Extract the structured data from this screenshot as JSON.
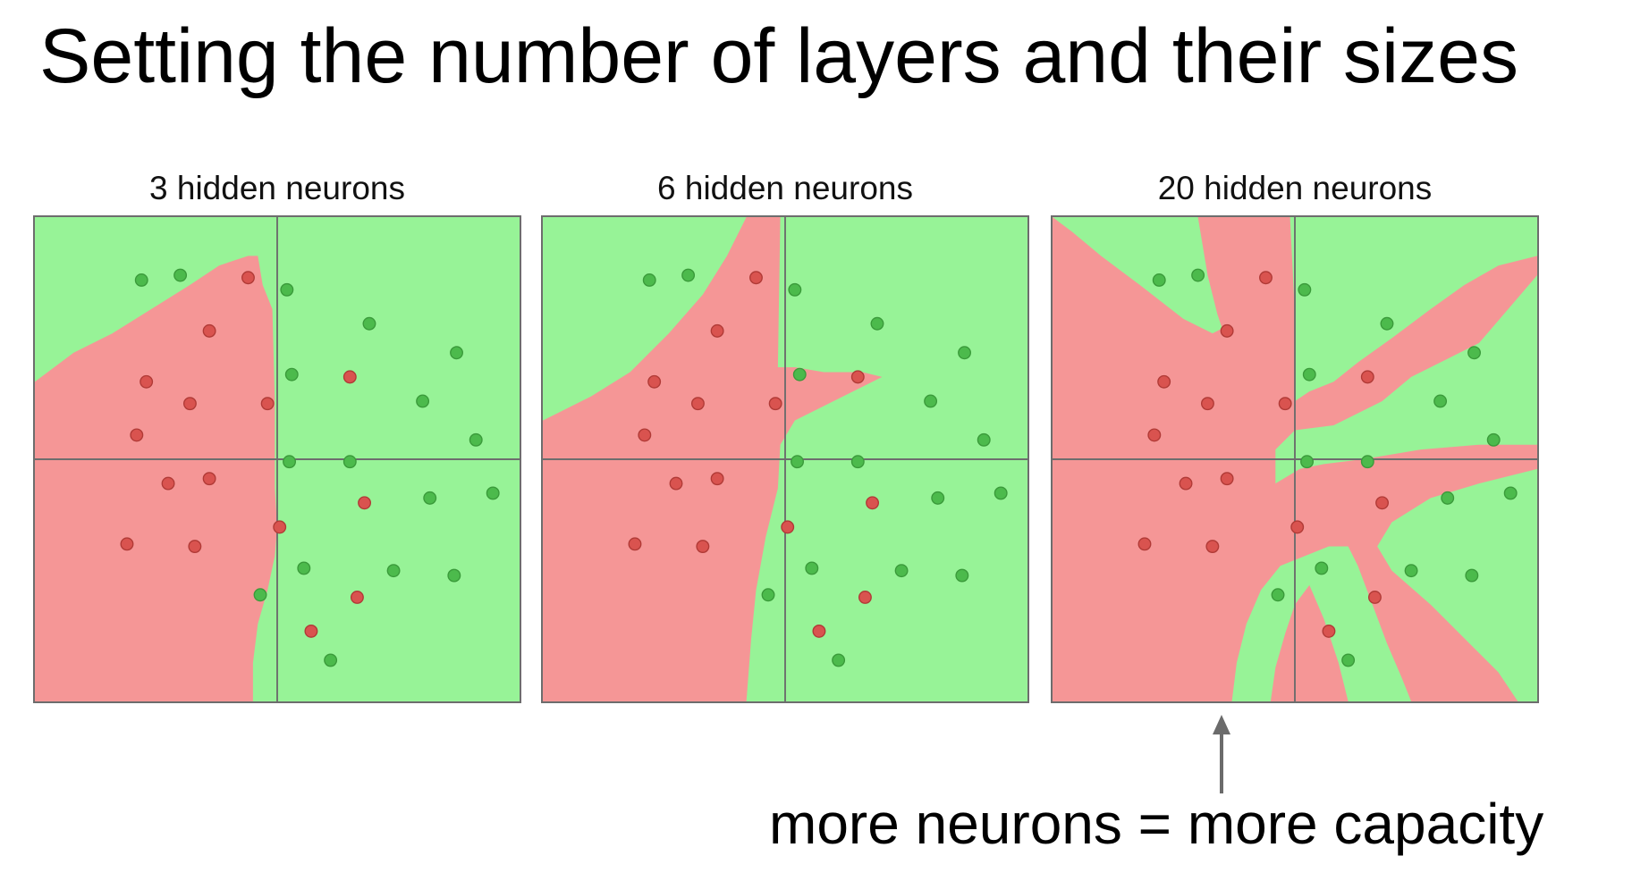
{
  "title": "Setting the number of layers and their sizes",
  "panels": [
    {
      "label": "3 hidden neurons",
      "points": [
        {
          "x": 0.22,
          "y": 0.13,
          "c": "g"
        },
        {
          "x": 0.3,
          "y": 0.12,
          "c": "g"
        },
        {
          "x": 0.44,
          "y": 0.125,
          "c": "r"
        },
        {
          "x": 0.52,
          "y": 0.15,
          "c": "g"
        },
        {
          "x": 0.36,
          "y": 0.235,
          "c": "r"
        },
        {
          "x": 0.69,
          "y": 0.22,
          "c": "g"
        },
        {
          "x": 0.87,
          "y": 0.28,
          "c": "g"
        },
        {
          "x": 0.23,
          "y": 0.34,
          "c": "r"
        },
        {
          "x": 0.53,
          "y": 0.325,
          "c": "g"
        },
        {
          "x": 0.65,
          "y": 0.33,
          "c": "r"
        },
        {
          "x": 0.32,
          "y": 0.385,
          "c": "r"
        },
        {
          "x": 0.48,
          "y": 0.385,
          "c": "r"
        },
        {
          "x": 0.8,
          "y": 0.38,
          "c": "g"
        },
        {
          "x": 0.21,
          "y": 0.45,
          "c": "r"
        },
        {
          "x": 0.91,
          "y": 0.46,
          "c": "g"
        },
        {
          "x": 0.525,
          "y": 0.505,
          "c": "g"
        },
        {
          "x": 0.65,
          "y": 0.505,
          "c": "g"
        },
        {
          "x": 0.275,
          "y": 0.55,
          "c": "r"
        },
        {
          "x": 0.36,
          "y": 0.54,
          "c": "r"
        },
        {
          "x": 0.68,
          "y": 0.59,
          "c": "r"
        },
        {
          "x": 0.815,
          "y": 0.58,
          "c": "g"
        },
        {
          "x": 0.945,
          "y": 0.57,
          "c": "g"
        },
        {
          "x": 0.505,
          "y": 0.64,
          "c": "r"
        },
        {
          "x": 0.19,
          "y": 0.675,
          "c": "r"
        },
        {
          "x": 0.33,
          "y": 0.68,
          "c": "r"
        },
        {
          "x": 0.555,
          "y": 0.725,
          "c": "g"
        },
        {
          "x": 0.74,
          "y": 0.73,
          "c": "g"
        },
        {
          "x": 0.865,
          "y": 0.74,
          "c": "g"
        },
        {
          "x": 0.465,
          "y": 0.78,
          "c": "g"
        },
        {
          "x": 0.665,
          "y": 0.785,
          "c": "r"
        },
        {
          "x": 0.57,
          "y": 0.855,
          "c": "r"
        },
        {
          "x": 0.61,
          "y": 0.915,
          "c": "g"
        }
      ]
    },
    {
      "label": "6 hidden neurons",
      "points": [
        {
          "x": 0.22,
          "y": 0.13,
          "c": "g"
        },
        {
          "x": 0.3,
          "y": 0.12,
          "c": "g"
        },
        {
          "x": 0.44,
          "y": 0.125,
          "c": "r"
        },
        {
          "x": 0.52,
          "y": 0.15,
          "c": "g"
        },
        {
          "x": 0.36,
          "y": 0.235,
          "c": "r"
        },
        {
          "x": 0.69,
          "y": 0.22,
          "c": "g"
        },
        {
          "x": 0.87,
          "y": 0.28,
          "c": "g"
        },
        {
          "x": 0.23,
          "y": 0.34,
          "c": "r"
        },
        {
          "x": 0.53,
          "y": 0.325,
          "c": "g"
        },
        {
          "x": 0.65,
          "y": 0.33,
          "c": "r"
        },
        {
          "x": 0.32,
          "y": 0.385,
          "c": "r"
        },
        {
          "x": 0.48,
          "y": 0.385,
          "c": "r"
        },
        {
          "x": 0.8,
          "y": 0.38,
          "c": "g"
        },
        {
          "x": 0.21,
          "y": 0.45,
          "c": "r"
        },
        {
          "x": 0.91,
          "y": 0.46,
          "c": "g"
        },
        {
          "x": 0.525,
          "y": 0.505,
          "c": "g"
        },
        {
          "x": 0.65,
          "y": 0.505,
          "c": "g"
        },
        {
          "x": 0.275,
          "y": 0.55,
          "c": "r"
        },
        {
          "x": 0.36,
          "y": 0.54,
          "c": "r"
        },
        {
          "x": 0.68,
          "y": 0.59,
          "c": "r"
        },
        {
          "x": 0.815,
          "y": 0.58,
          "c": "g"
        },
        {
          "x": 0.945,
          "y": 0.57,
          "c": "g"
        },
        {
          "x": 0.505,
          "y": 0.64,
          "c": "r"
        },
        {
          "x": 0.19,
          "y": 0.675,
          "c": "r"
        },
        {
          "x": 0.33,
          "y": 0.68,
          "c": "r"
        },
        {
          "x": 0.555,
          "y": 0.725,
          "c": "g"
        },
        {
          "x": 0.74,
          "y": 0.73,
          "c": "g"
        },
        {
          "x": 0.865,
          "y": 0.74,
          "c": "g"
        },
        {
          "x": 0.465,
          "y": 0.78,
          "c": "g"
        },
        {
          "x": 0.665,
          "y": 0.785,
          "c": "r"
        },
        {
          "x": 0.57,
          "y": 0.855,
          "c": "r"
        },
        {
          "x": 0.61,
          "y": 0.915,
          "c": "g"
        }
      ]
    },
    {
      "label": "20 hidden neurons",
      "points": [
        {
          "x": 0.22,
          "y": 0.13,
          "c": "g"
        },
        {
          "x": 0.3,
          "y": 0.12,
          "c": "g"
        },
        {
          "x": 0.44,
          "y": 0.125,
          "c": "r"
        },
        {
          "x": 0.52,
          "y": 0.15,
          "c": "g"
        },
        {
          "x": 0.36,
          "y": 0.235,
          "c": "r"
        },
        {
          "x": 0.69,
          "y": 0.22,
          "c": "g"
        },
        {
          "x": 0.87,
          "y": 0.28,
          "c": "g"
        },
        {
          "x": 0.23,
          "y": 0.34,
          "c": "r"
        },
        {
          "x": 0.53,
          "y": 0.325,
          "c": "g"
        },
        {
          "x": 0.65,
          "y": 0.33,
          "c": "r"
        },
        {
          "x": 0.32,
          "y": 0.385,
          "c": "r"
        },
        {
          "x": 0.48,
          "y": 0.385,
          "c": "r"
        },
        {
          "x": 0.8,
          "y": 0.38,
          "c": "g"
        },
        {
          "x": 0.21,
          "y": 0.45,
          "c": "r"
        },
        {
          "x": 0.91,
          "y": 0.46,
          "c": "g"
        },
        {
          "x": 0.525,
          "y": 0.505,
          "c": "g"
        },
        {
          "x": 0.65,
          "y": 0.505,
          "c": "g"
        },
        {
          "x": 0.275,
          "y": 0.55,
          "c": "r"
        },
        {
          "x": 0.36,
          "y": 0.54,
          "c": "r"
        },
        {
          "x": 0.68,
          "y": 0.59,
          "c": "r"
        },
        {
          "x": 0.815,
          "y": 0.58,
          "c": "g"
        },
        {
          "x": 0.945,
          "y": 0.57,
          "c": "g"
        },
        {
          "x": 0.505,
          "y": 0.64,
          "c": "r"
        },
        {
          "x": 0.19,
          "y": 0.675,
          "c": "r"
        },
        {
          "x": 0.33,
          "y": 0.68,
          "c": "r"
        },
        {
          "x": 0.555,
          "y": 0.725,
          "c": "g"
        },
        {
          "x": 0.74,
          "y": 0.73,
          "c": "g"
        },
        {
          "x": 0.865,
          "y": 0.74,
          "c": "g"
        },
        {
          "x": 0.465,
          "y": 0.78,
          "c": "g"
        },
        {
          "x": 0.665,
          "y": 0.785,
          "c": "r"
        },
        {
          "x": 0.57,
          "y": 0.855,
          "c": "r"
        },
        {
          "x": 0.61,
          "y": 0.915,
          "c": "g"
        }
      ]
    }
  ],
  "caption": "more neurons = more capacity",
  "colors": {
    "region_red": "#f59696",
    "region_green": "#97f397",
    "point_red": "#d9534f",
    "point_green": "#4cba4c",
    "axis": "#6d6d6d",
    "arrow": "#6b6b6b"
  }
}
